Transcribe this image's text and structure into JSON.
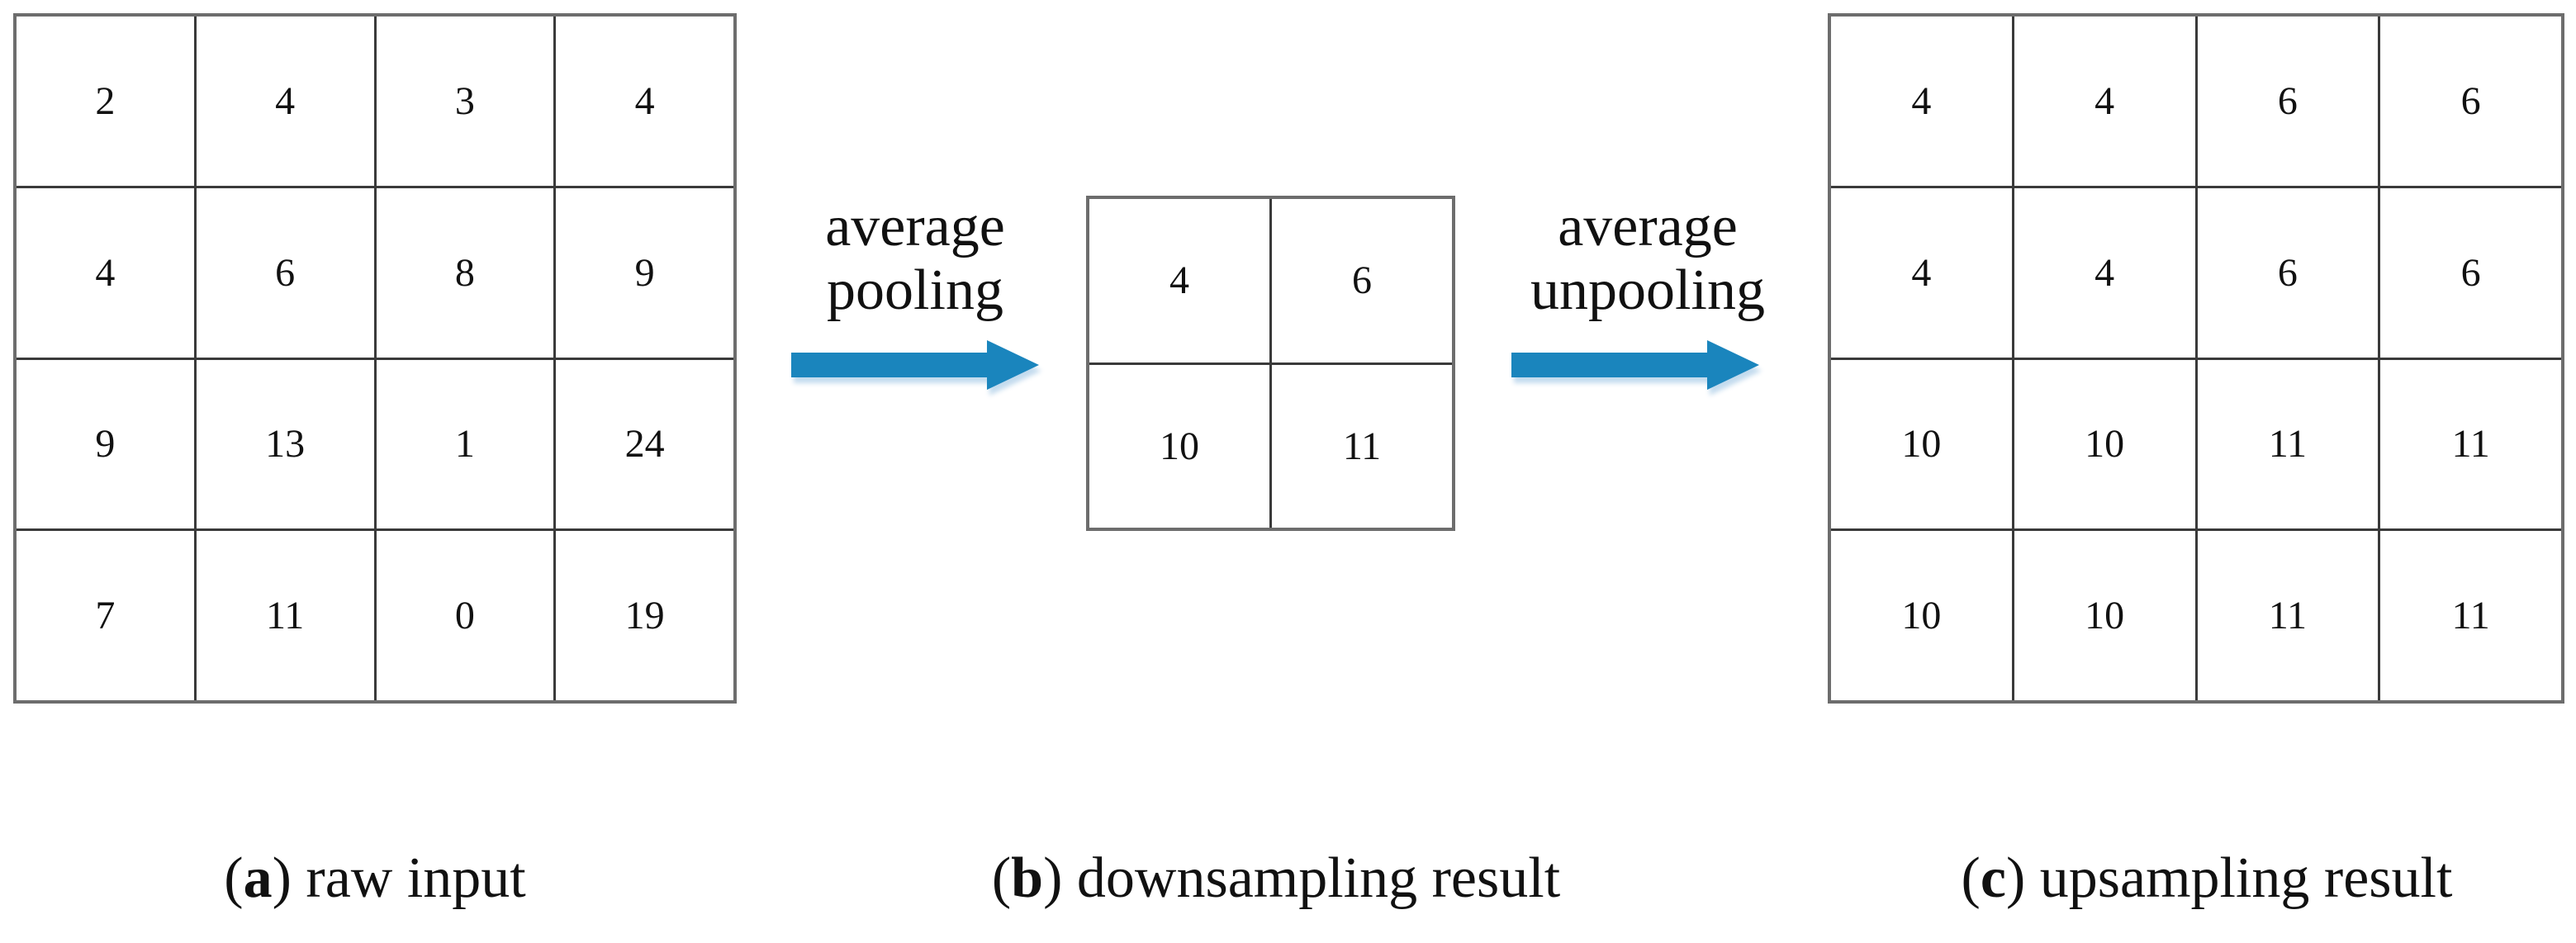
{
  "colors": {
    "arrow-blue": "#1a85bd",
    "arrow-shadow": "#c3dbee",
    "grid-inner-line": "#3a3a3a",
    "grid-outer-line": "#6d6d6d",
    "text": "#111111"
  },
  "panels": {
    "raw_input": {
      "caption": {
        "pre": "(",
        "letter": "a",
        "post": ") ",
        "text": "raw input"
      },
      "grid": {
        "rows": 4,
        "cols": 4,
        "cells": [
          [
            2,
            4,
            3,
            4
          ],
          [
            4,
            6,
            8,
            9
          ],
          [
            9,
            13,
            1,
            24
          ],
          [
            7,
            11,
            0,
            19
          ]
        ]
      }
    },
    "downsampling": {
      "caption": {
        "pre": "(",
        "letter": "b",
        "post": ") ",
        "text": "downsampling result"
      },
      "grid": {
        "rows": 2,
        "cols": 2,
        "cells": [
          [
            4,
            6
          ],
          [
            10,
            11
          ]
        ]
      }
    },
    "upsampling": {
      "caption": {
        "pre": "(",
        "letter": "c",
        "post": ") ",
        "text": "upsampling result"
      },
      "grid": {
        "rows": 4,
        "cols": 4,
        "cells": [
          [
            4,
            4,
            6,
            6
          ],
          [
            4,
            4,
            6,
            6
          ],
          [
            10,
            10,
            11,
            11
          ],
          [
            10,
            10,
            11,
            11
          ]
        ]
      }
    }
  },
  "arrows": {
    "pooling": {
      "line1": "average",
      "line2": "pooling"
    },
    "unpooling": {
      "line1": "average",
      "line2": "unpooling"
    }
  }
}
